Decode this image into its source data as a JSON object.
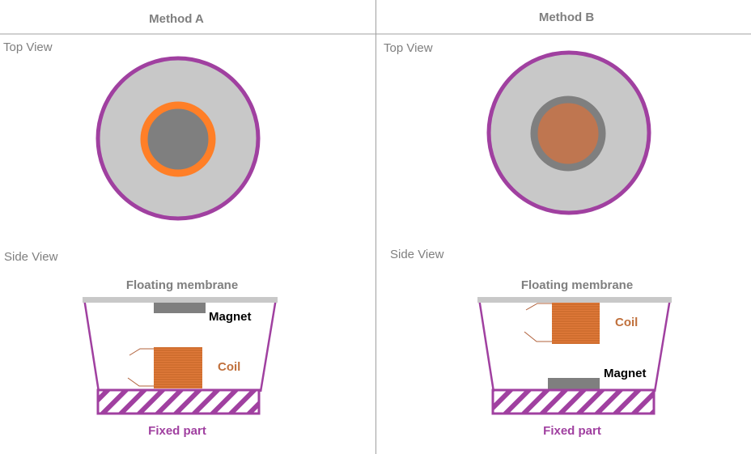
{
  "columns": [
    {
      "header": "Method A",
      "top_view_label": "Top View",
      "side_view_label": "Side View",
      "membrane_label": "Floating membrane",
      "magnet_label": "Magnet",
      "coil_label": "Coil",
      "fixed_label": "Fixed part"
    },
    {
      "header": "Method B",
      "top_view_label": "Top View",
      "side_view_label": "Side View",
      "membrane_label": "Floating membrane",
      "magnet_label": "Magnet",
      "coil_label": "Coil",
      "fixed_label": "Fixed part"
    }
  ],
  "colors": {
    "outline": "#a040a0",
    "disc": "#c8c8c8",
    "magnet": "#7f7f7f",
    "coil": "#e07028",
    "coil_b": "#bf7650",
    "ring_a": "#ff7f27",
    "divider": "#a0a0a0"
  }
}
